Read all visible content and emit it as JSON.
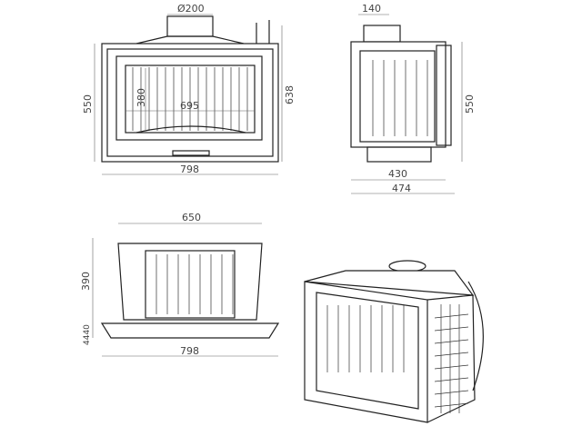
{
  "front_view": {
    "flue_diameter": "Ø200",
    "height": "550",
    "glass_height": "380",
    "glass_width": "695",
    "total_height": "638",
    "width": "798"
  },
  "side_view": {
    "flue_offset": "140",
    "height": "550",
    "depth": "430",
    "total_depth": "474"
  },
  "top_view": {
    "inner_width": "650",
    "depth": "390",
    "door_depth": "4440",
    "width": "798"
  },
  "colors": {
    "line": "#222222",
    "dimension": "#666666",
    "background": "#ffffff"
  }
}
